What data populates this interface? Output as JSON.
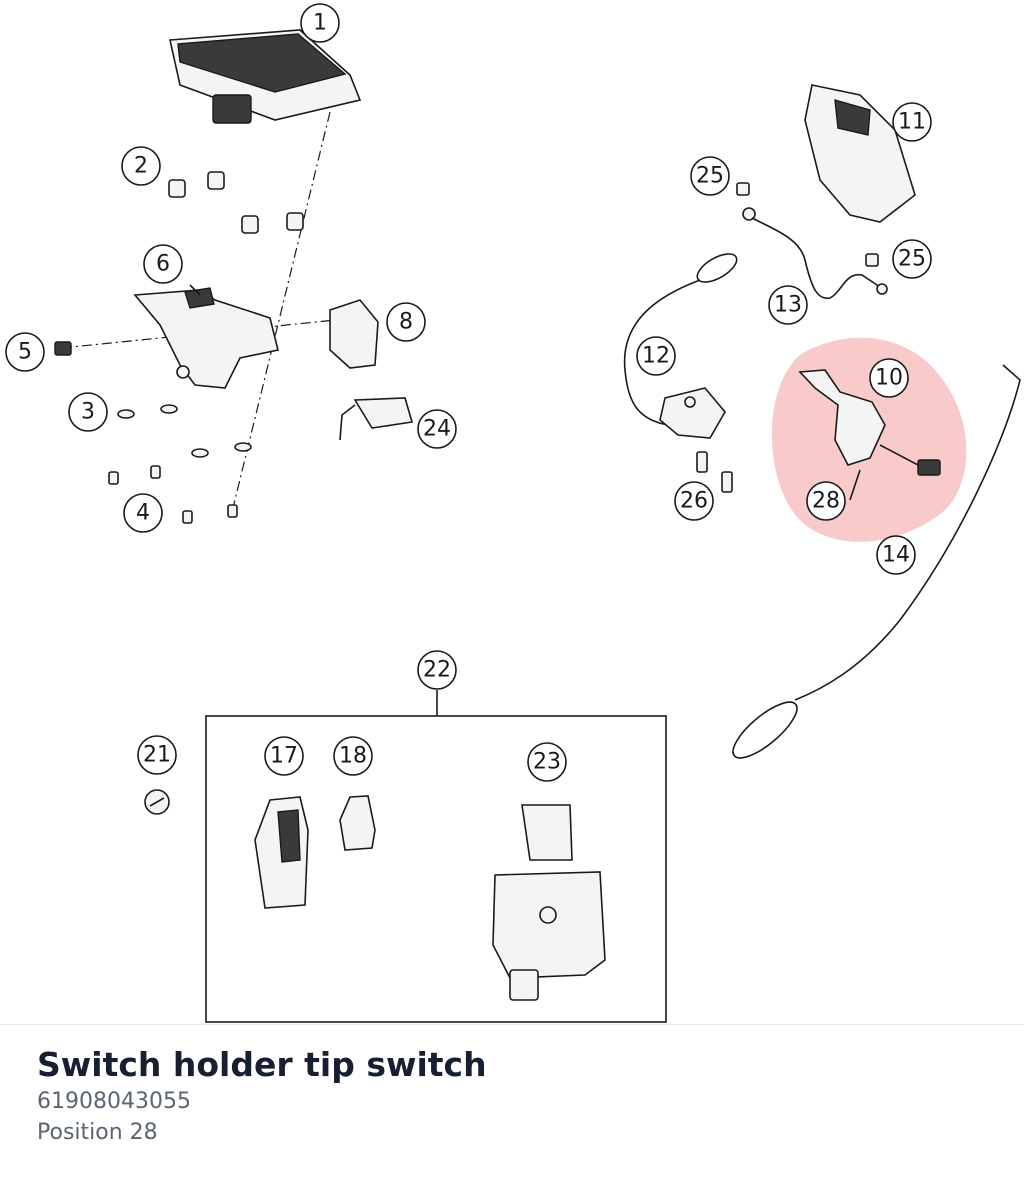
{
  "diagram": {
    "callouts": [
      {
        "id": "c1",
        "label": "1"
      },
      {
        "id": "c2",
        "label": "2"
      },
      {
        "id": "c3",
        "label": "3"
      },
      {
        "id": "c4",
        "label": "4"
      },
      {
        "id": "c5",
        "label": "5"
      },
      {
        "id": "c6",
        "label": "6"
      },
      {
        "id": "c8",
        "label": "8"
      },
      {
        "id": "c10",
        "label": "10"
      },
      {
        "id": "c11",
        "label": "11"
      },
      {
        "id": "c12",
        "label": "12"
      },
      {
        "id": "c13",
        "label": "13"
      },
      {
        "id": "c14",
        "label": "14"
      },
      {
        "id": "c17",
        "label": "17"
      },
      {
        "id": "c18",
        "label": "18"
      },
      {
        "id": "c21",
        "label": "21"
      },
      {
        "id": "c22",
        "label": "22"
      },
      {
        "id": "c23",
        "label": "23"
      },
      {
        "id": "c24",
        "label": "24"
      },
      {
        "id": "c25a",
        "label": "25"
      },
      {
        "id": "c25b",
        "label": "25"
      },
      {
        "id": "c26",
        "label": "26"
      },
      {
        "id": "c28",
        "label": "28"
      }
    ],
    "highlight_color": "#f08a8a",
    "highlighted_position": "28"
  },
  "footer": {
    "title": "Switch holder tip switch",
    "part_number": "61908043055",
    "position_label": "Position 28"
  }
}
